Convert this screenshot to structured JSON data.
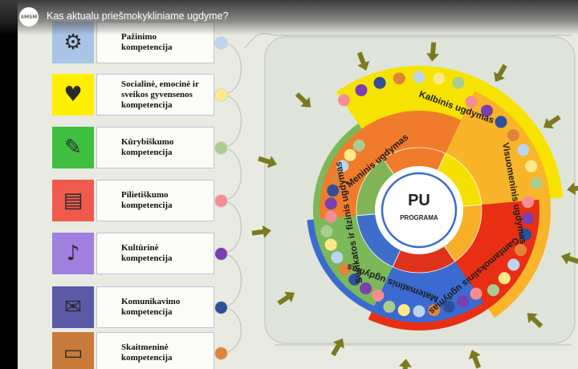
{
  "player": {
    "channel_logo": "SMSM",
    "video_title": "Kas aktualu priešmokykliniame ugdyme?"
  },
  "competencies": [
    {
      "label_lines": [
        "Pažinimo",
        "kompetencija"
      ],
      "icon": "brain-gears-icon",
      "icon_bg": "#a9c4e4",
      "dot_color": "#bcd4ee"
    },
    {
      "label_lines": [
        "Socialinė, emocinė ir",
        "sveikos gyvensenos",
        "kompetencija"
      ],
      "icon": "people-heart-icon",
      "icon_bg": "#ffef00",
      "dot_color": "#ffe98a"
    },
    {
      "label_lines": [
        "Kūrybiškumo",
        "kompetencija"
      ],
      "icon": "creative-head-icon",
      "icon_bg": "#3fbf3f",
      "dot_color": "#a8cd8e"
    },
    {
      "label_lines": [
        "Pilietiškumo",
        "kompetencija"
      ],
      "icon": "citizen-document-icon",
      "icon_bg": "#f05a4c",
      "dot_color": "#f58e93"
    },
    {
      "label_lines": [
        "Kultūrinė",
        "kompetencija"
      ],
      "icon": "culture-masks-icon",
      "icon_bg": "#9f7fe0",
      "dot_color": "#7a3fb0"
    },
    {
      "label_lines": [
        "Komunikavimo",
        "kompetencija"
      ],
      "icon": "chat-people-icon",
      "icon_bg": "#5a5aa6",
      "dot_color": "#2f4f9a"
    },
    {
      "label_lines": [
        "Skaitmeninė",
        "kompetencija"
      ],
      "icon": "monitor-icon",
      "icon_bg": "#c87a3a",
      "dot_color": "#e0843a"
    }
  ],
  "diagram": {
    "center_title": "PU",
    "center_subtitle": "PROGRAMA",
    "areas": [
      {
        "label": "Kalbinis ugdymas",
        "color": "#f6e300"
      },
      {
        "label": "Visuomeninis ugdymas",
        "color": "#f8b52a"
      },
      {
        "label": "Gamtamokslinis ugdymas",
        "color": "#e82f14"
      },
      {
        "label": "Matematinis ugdymas",
        "color": "#3b6bd0"
      },
      {
        "label": "Sveikatos ir fizinis ugdymas",
        "color": "#7bb85a"
      },
      {
        "label": "Meninis ugdymas",
        "color": "#f07b2a"
      }
    ],
    "arrow_color": "#7b7a1e",
    "dot_colors": [
      "#bcd4ee",
      "#ffe98a",
      "#a8cd8e",
      "#f58e93",
      "#7a3fb0",
      "#2f4f9a",
      "#e0843a"
    ]
  }
}
